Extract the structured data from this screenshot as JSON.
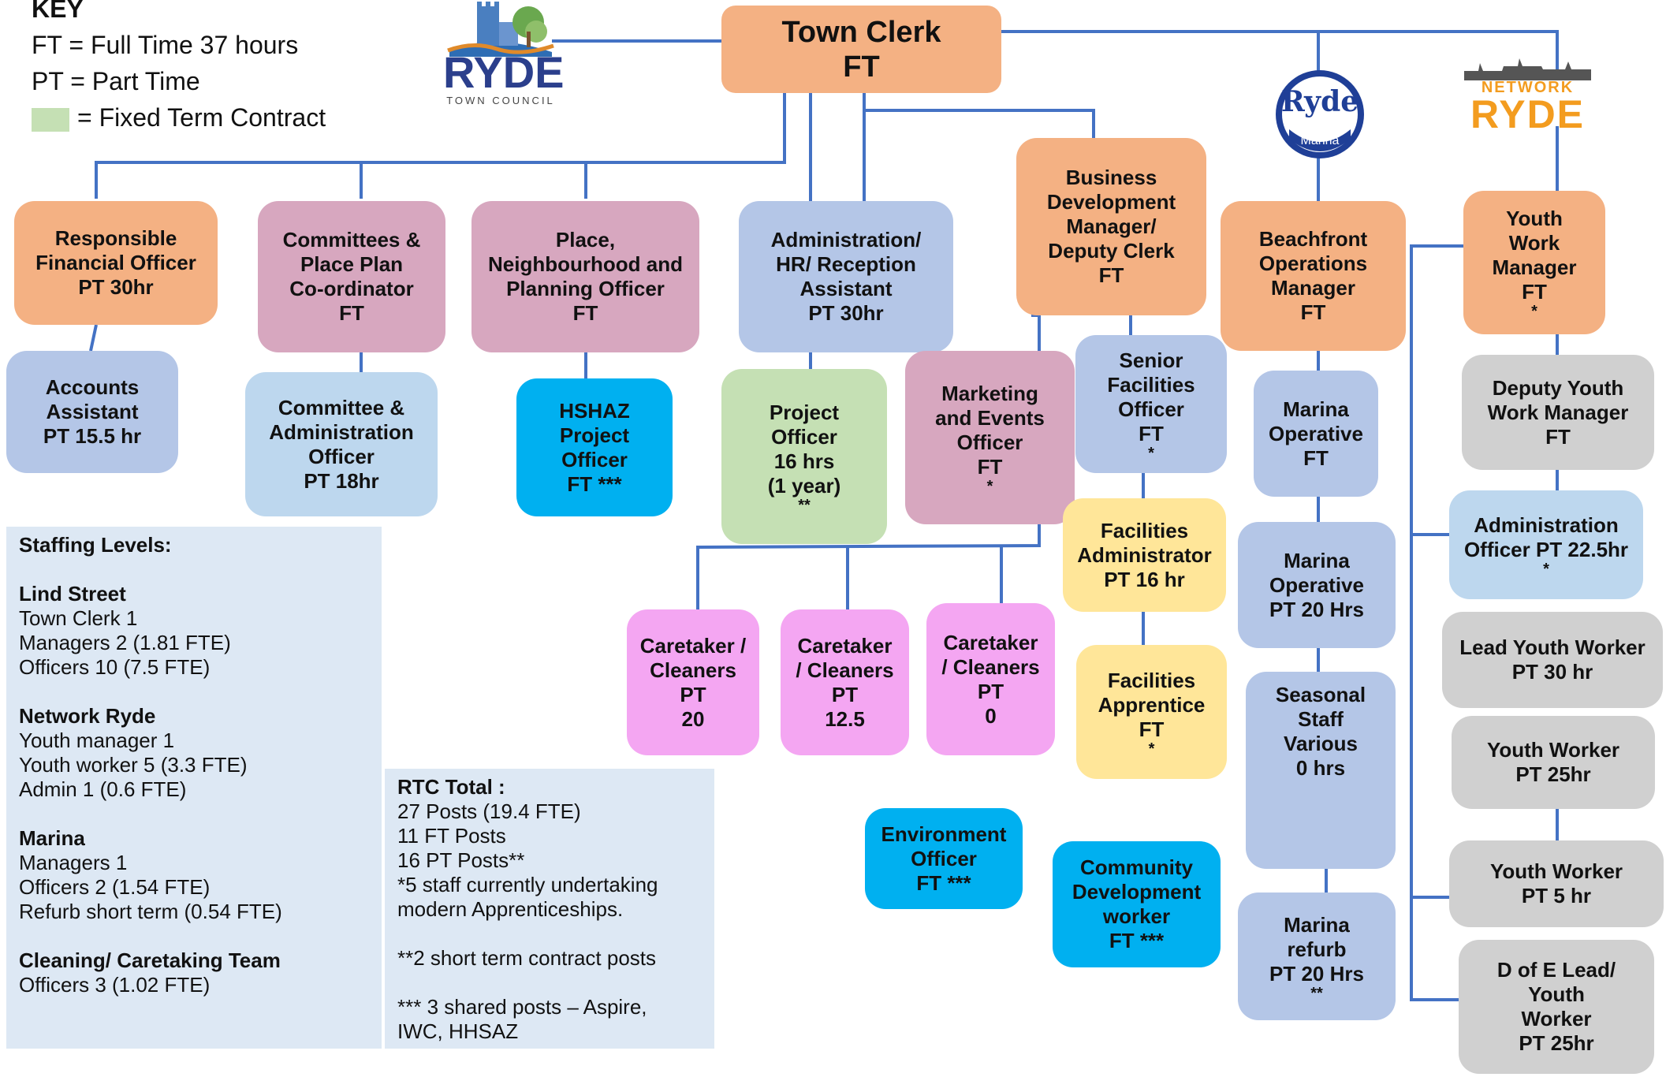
{
  "key": {
    "title": "KEY",
    "ft": "FT = Full Time 37 hours",
    "pt": "PT = Part Time",
    "fixed": "= Fixed Term Contract"
  },
  "logos": {
    "ryde_town_council": {
      "name": "RYDE",
      "sub": "TOWN COUNCIL"
    },
    "ryde_marina": {
      "name": "Ryde",
      "sub": "Marina"
    },
    "network_ryde": {
      "top": "NETWORK",
      "bottom": "RYDE"
    }
  },
  "colors": {
    "orange": "#f4b183",
    "pink": "#d7a7bf",
    "lavender": "#b4c6e7",
    "lightblue": "#bdd7ee",
    "cyan": "#00b0f0",
    "green": "#c5e0b4",
    "magenta": "#f4a6f2",
    "yellow": "#ffe699",
    "grey": "#d0d0d0",
    "connector": "#4472c4",
    "panel": "#dde8f4"
  },
  "roles": {
    "town_clerk": {
      "title": "Town Clerk",
      "hours": "FT"
    },
    "rfo": {
      "l1": "Responsible",
      "l2": "Financial Officer",
      "l3": "PT 30hr"
    },
    "accounts": {
      "l1": "Accounts",
      "l2": "Assistant",
      "l3": "PT 15.5 hr"
    },
    "committees": {
      "l1": "Committees &",
      "l2": "Place Plan",
      "l3": "Co-ordinator",
      "l4": "FT"
    },
    "committee_admin": {
      "l1": "Committee &",
      "l2": "Administration",
      "l3": "Officer",
      "l4": "PT 18hr"
    },
    "place": {
      "l1": "Place,",
      "l2": "Neighbourhood and",
      "l3": "Planning Officer",
      "l4": "FT"
    },
    "hshaz": {
      "l1": "HSHAZ",
      "l2": "Project",
      "l3": "Officer",
      "l4": "FT ***"
    },
    "admin_hr": {
      "l1": "Administration/",
      "l2": "HR/ Reception",
      "l3": "Assistant",
      "l4": "PT 30hr"
    },
    "project_officer": {
      "l1": "Project",
      "l2": "Officer",
      "l3": "16 hrs",
      "l4": "(1 year)",
      "star": "**"
    },
    "business_dev": {
      "l1": "Business",
      "l2": "Development",
      "l3": "Manager/",
      "l4": "Deputy Clerk",
      "l5": "FT"
    },
    "marketing": {
      "l1": "Marketing",
      "l2": "and Events",
      "l3": "Officer",
      "l4": "FT",
      "star": "*"
    },
    "senior_facilities": {
      "l1": "Senior",
      "l2": "Facilities",
      "l3": "Officer",
      "l4": "FT",
      "star": "*"
    },
    "facilities_admin": {
      "l1": "Facilities",
      "l2": "Administrator",
      "l3": "PT 16 hr"
    },
    "facilities_apprentice": {
      "l1": "Facilities",
      "l2": "Apprentice",
      "l3": "FT",
      "star": "*"
    },
    "caretaker_1": {
      "l1": "Caretaker /",
      "l2": "Cleaners",
      "l3": "PT",
      "l4": "20"
    },
    "caretaker_2": {
      "l1": "Caretaker",
      "l2": "/ Cleaners",
      "l3": "PT",
      "l4": "12.5"
    },
    "caretaker_3": {
      "l1": "Caretaker",
      "l2": "/ Cleaners",
      "l3": "PT",
      "l4": "0"
    },
    "environment": {
      "l1": "Environment",
      "l2": "Officer",
      "l3": "FT ***"
    },
    "community": {
      "l1": "Community",
      "l2": "Development",
      "l3": "worker",
      "l4": "FT ***"
    },
    "beachfront": {
      "l1": "Beachfront",
      "l2": "Operations",
      "l3": "Manager",
      "l4": "FT"
    },
    "marina_op_1": {
      "l1": "Marina",
      "l2": "Operative",
      "l3": "FT"
    },
    "marina_op_2": {
      "l1": "Marina",
      "l2": "Operative",
      "l3": "PT 20 Hrs"
    },
    "seasonal": {
      "l1": "Seasonal",
      "l2": "Staff",
      "l3": "Various",
      "l4": "0 hrs"
    },
    "marina_refurb": {
      "l1": "Marina",
      "l2": "refurb",
      "l3": "PT 20 Hrs",
      "star": "**"
    },
    "youth_manager": {
      "l1": "Youth",
      "l2": "Work",
      "l3": "Manager",
      "l4": "FT",
      "star": "*"
    },
    "deputy_youth": {
      "l1": "Deputy Youth",
      "l2": "Work Manager",
      "l3": "FT"
    },
    "admin_officer": {
      "l1": "Administration",
      "l2": "Officer PT 22.5hr",
      "star": "*"
    },
    "lead_youth": {
      "l1": "Lead Youth Worker",
      "l2": "PT 30 hr"
    },
    "youth_worker_25": {
      "l1": "Youth Worker",
      "l2": "PT 25hr"
    },
    "youth_worker_5": {
      "l1": "Youth Worker",
      "l2": "PT 5 hr"
    },
    "dofe": {
      "l1": "D of E Lead/",
      "l2": "Youth",
      "l3": "Worker",
      "l4": "PT 25hr"
    }
  },
  "staffing": {
    "title": "Staffing Levels:",
    "lind_title": "Lind Street",
    "lind": [
      "Town Clerk 1",
      "Managers 2 (1.81 FTE)",
      "Officers 10 (7.5 FTE)"
    ],
    "network_title": "Network Ryde",
    "network": [
      "Youth manager 1",
      "Youth worker 5 (3.3 FTE)",
      "Admin 1 (0.6 FTE)"
    ],
    "marina_title": "Marina",
    "marina": [
      "Managers 1",
      "Officers 2 (1.54 FTE)",
      "Refurb short term (0.54 FTE)"
    ],
    "cleaning_title": "Cleaning/ Caretaking Team",
    "cleaning": [
      "Officers 3 (1.02 FTE)"
    ]
  },
  "totals": {
    "title": "RTC Total :",
    "lines": [
      "27 Posts  (19.4 FTE)",
      "11 FT Posts",
      "16 PT Posts**",
      "*5 staff currently undertaking",
      "modern Apprenticeships."
    ],
    "note2": "**2 short term contract posts",
    "note3a": "*** 3 shared posts – Aspire,",
    "note3b": "IWC, HHSAZ"
  }
}
